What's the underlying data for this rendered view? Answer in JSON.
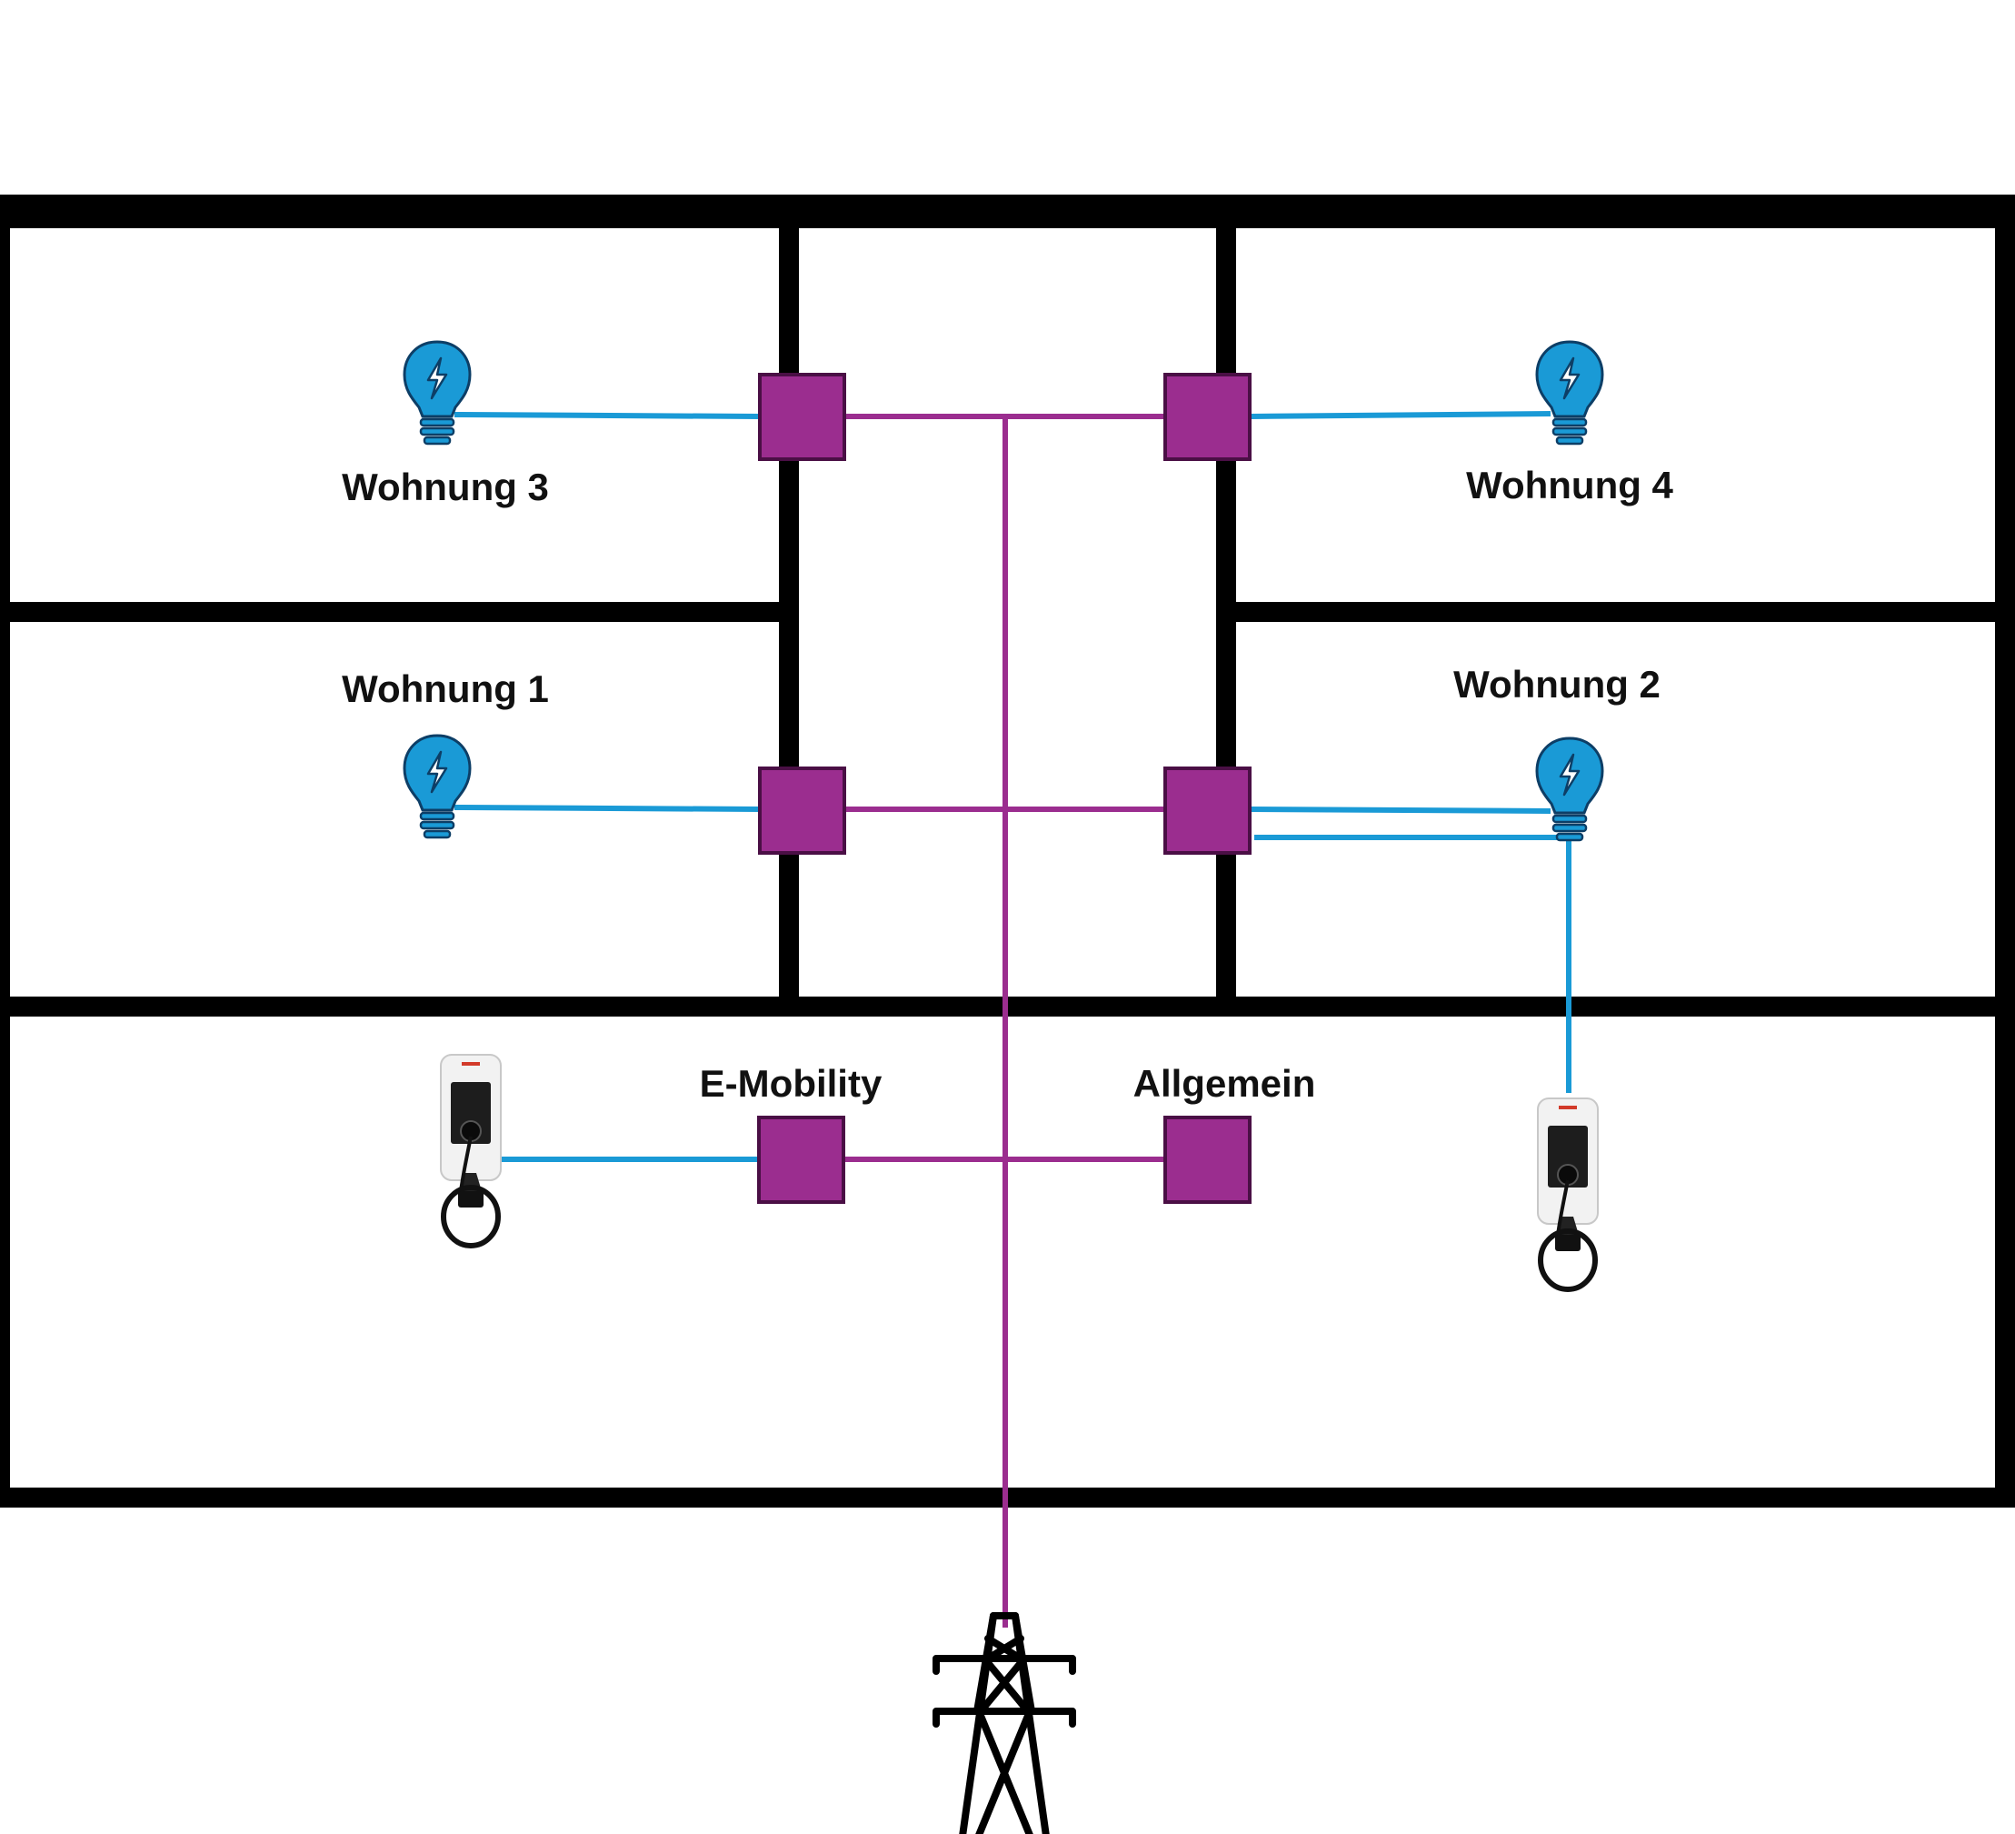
{
  "colors": {
    "walls": "#000000",
    "main_line": "#9b2d8f",
    "distribution_box": "#9b2d8f",
    "distribution_box_border": "#4a0f45",
    "branch_line": "#1a9ad6",
    "bulb": "#1a9ad6",
    "background": "#ffffff"
  },
  "labels": {
    "wohnung_3": "Wohnung 3",
    "wohnung_4": "Wohnung 4",
    "wohnung_1": "Wohnung 1",
    "wohnung_2": "Wohnung 2",
    "e_mobility": "E-Mobility",
    "allgemein": "Allgemein"
  },
  "icons": {
    "light": "light-bulb-icon",
    "charger": "wallbox-charger-icon",
    "grid": "power-pylon-icon"
  }
}
